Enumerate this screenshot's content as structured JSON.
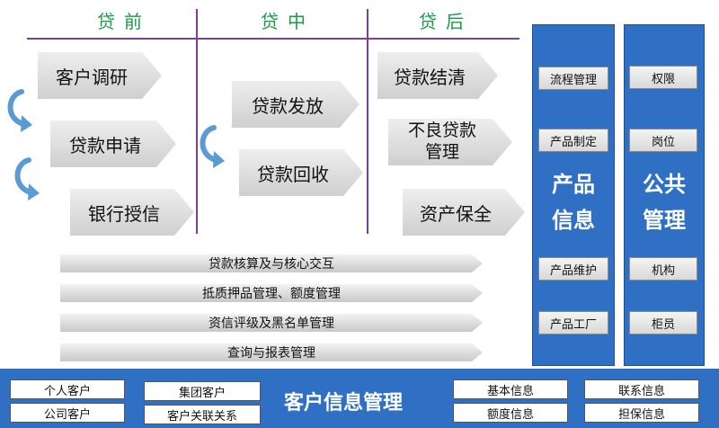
{
  "phases": [
    "贷前",
    "贷中",
    "贷后"
  ],
  "pre_loan": {
    "steps": [
      "客户调研",
      "贷款申请",
      "银行授信"
    ]
  },
  "mid_loan": {
    "steps": [
      "贷款发放",
      "贷款回收"
    ]
  },
  "post_loan": {
    "step1": "贷款结清",
    "step2_line1": "不良贷款",
    "step2_line2": "管理",
    "step3": "资产保全"
  },
  "shared_processes": [
    "贷款核算及与核心交互",
    "抵质押品管理、额度管理",
    "资信评级及黑名单管理",
    "查询与报表管理"
  ],
  "product_info": {
    "title_line1": "产品",
    "title_line2": "信息",
    "items": [
      "流程管理",
      "产品制定",
      "产品维护",
      "产品工厂"
    ]
  },
  "public_mgmt": {
    "title_line1": "公共",
    "title_line2": "管理",
    "items": [
      "权限",
      "岗位",
      "机构",
      "柜员"
    ]
  },
  "customer_info": {
    "title": "客户信息管理",
    "left_items": [
      "个人客户",
      "公司客户",
      "集团客户",
      "客户关联关系"
    ],
    "right_items": [
      "基本信息",
      "额度信息",
      "联系信息",
      "担保信息"
    ]
  },
  "colors": {
    "phase": "#1a9a4a",
    "divider": "#7a3f96",
    "panel": "#2f6fc4",
    "curl_arrow": "#5b9bd5"
  }
}
